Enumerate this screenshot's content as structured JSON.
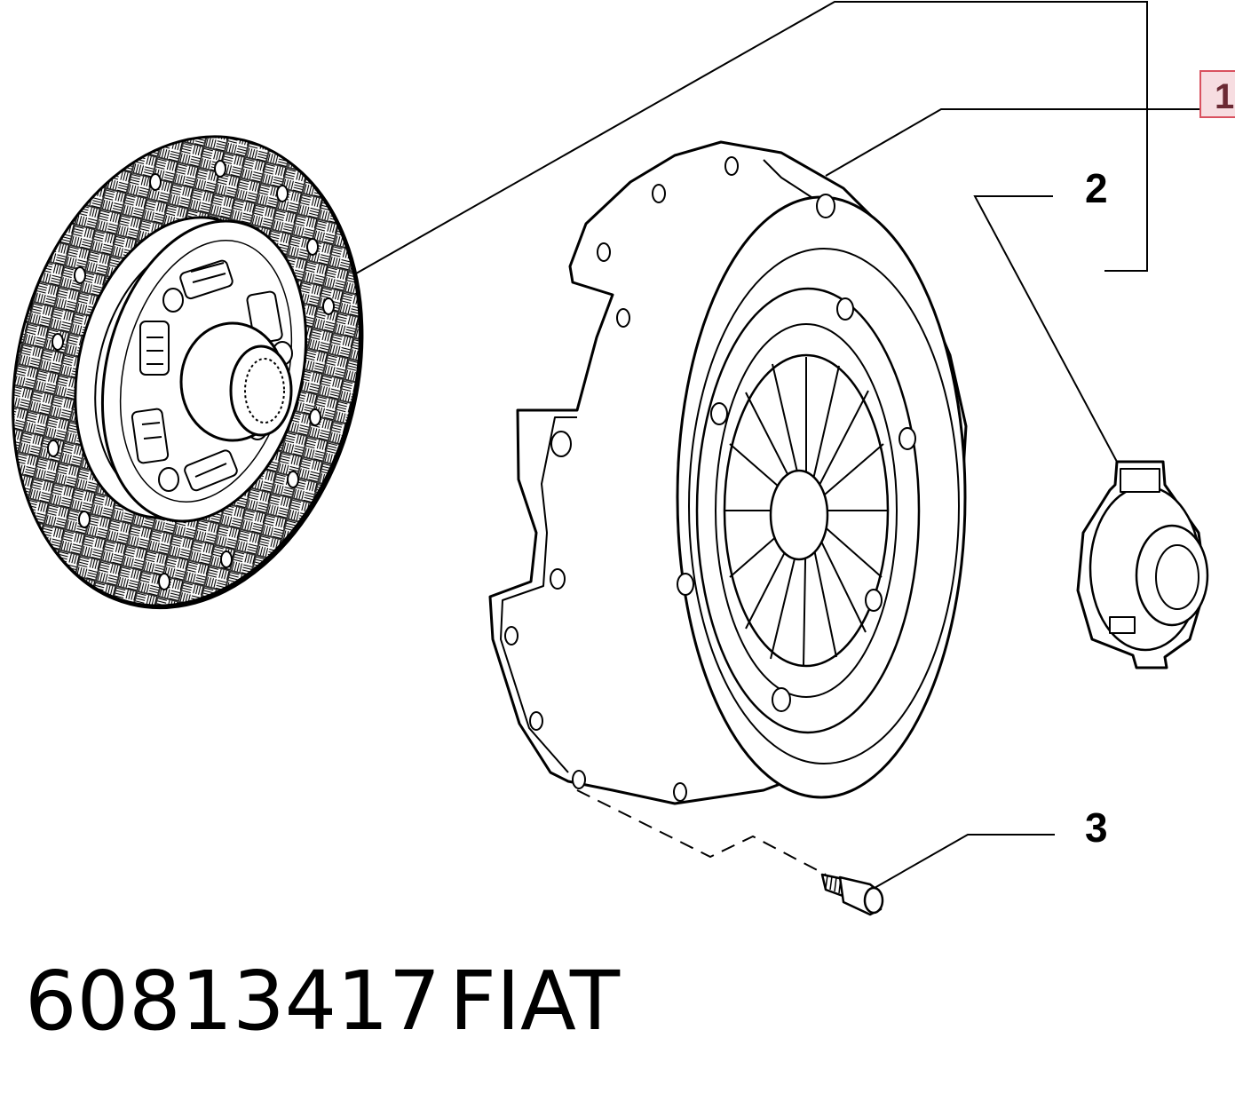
{
  "callouts": [
    {
      "id": "1",
      "label": "1",
      "highlighted": true
    },
    {
      "id": "2",
      "label": "2",
      "highlighted": false
    },
    {
      "id": "3",
      "label": "3",
      "highlighted": false
    }
  ],
  "footer": {
    "part_number": "60813417",
    "brand": "FIAT"
  },
  "colors": {
    "line": "#000000",
    "highlight_fill": "#f7dde1",
    "highlight_border": "#d9515f",
    "highlight_text": "#6b2a34"
  }
}
